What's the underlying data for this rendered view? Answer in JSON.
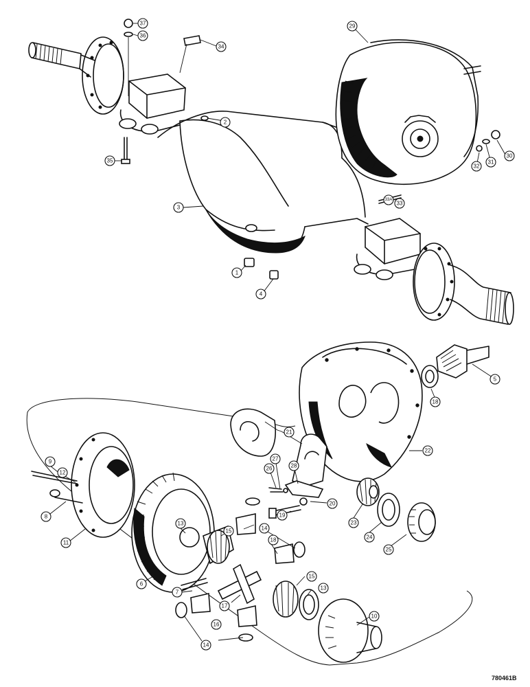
{
  "callouts": [
    "1",
    "2",
    "3",
    "4",
    "5",
    "6",
    "7",
    "8",
    "9",
    "10",
    "11",
    "12",
    "13",
    "14",
    "15",
    "16",
    "17",
    "18",
    "19",
    "20",
    "21",
    "22",
    "23",
    "24",
    "25",
    "26",
    "27",
    "28",
    "29",
    "30",
    "31",
    "32",
    "33",
    "33A",
    "34",
    "35",
    "36",
    "37"
  ],
  "drawing_number": "780461B"
}
